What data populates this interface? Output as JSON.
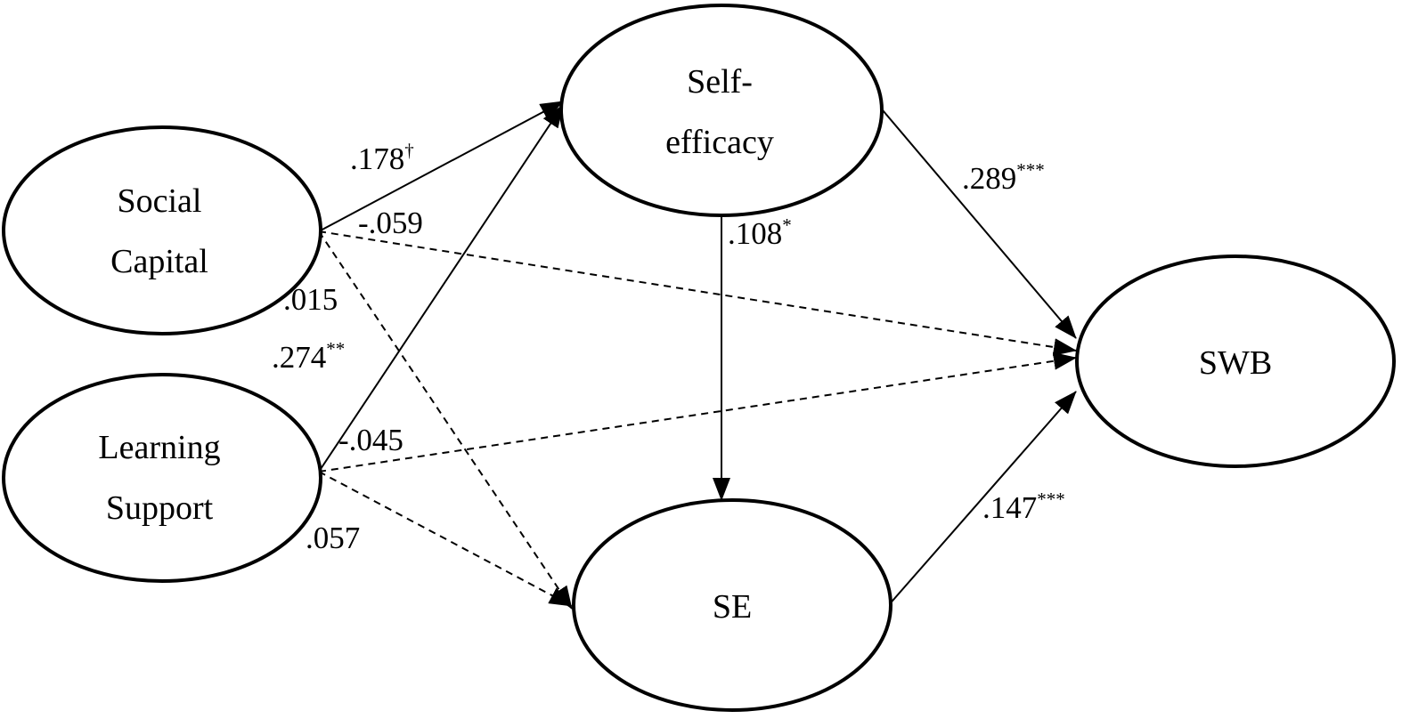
{
  "nodes": {
    "social_capital": {
      "line1": "Social",
      "line2": "Capital"
    },
    "learning_support": {
      "line1": "Learning",
      "line2": "Support"
    },
    "self_efficacy": {
      "line1": "Self-",
      "line2": "efficacy"
    },
    "se": {
      "label": "SE"
    },
    "swb": {
      "label": "SWB"
    }
  },
  "paths": {
    "sc_to_self_efficacy": {
      "value": ".178",
      "sig": "†"
    },
    "sc_to_swb": {
      "value": "-.059",
      "sig": ""
    },
    "sc_to_se": {
      "value": ".015",
      "sig": ""
    },
    "ls_to_self_efficacy": {
      "value": ".274",
      "sig": "**"
    },
    "ls_to_swb": {
      "value": "-.045",
      "sig": ""
    },
    "ls_to_se": {
      "value": ".057",
      "sig": ""
    },
    "self_efficacy_to_se": {
      "value": ".108",
      "sig": "*"
    },
    "self_efficacy_to_swb": {
      "value": ".289",
      "sig": "***"
    },
    "se_to_swb": {
      "value": ".147",
      "sig": "***"
    }
  },
  "colors": {
    "line": "#000000",
    "background": "#ffffff"
  }
}
